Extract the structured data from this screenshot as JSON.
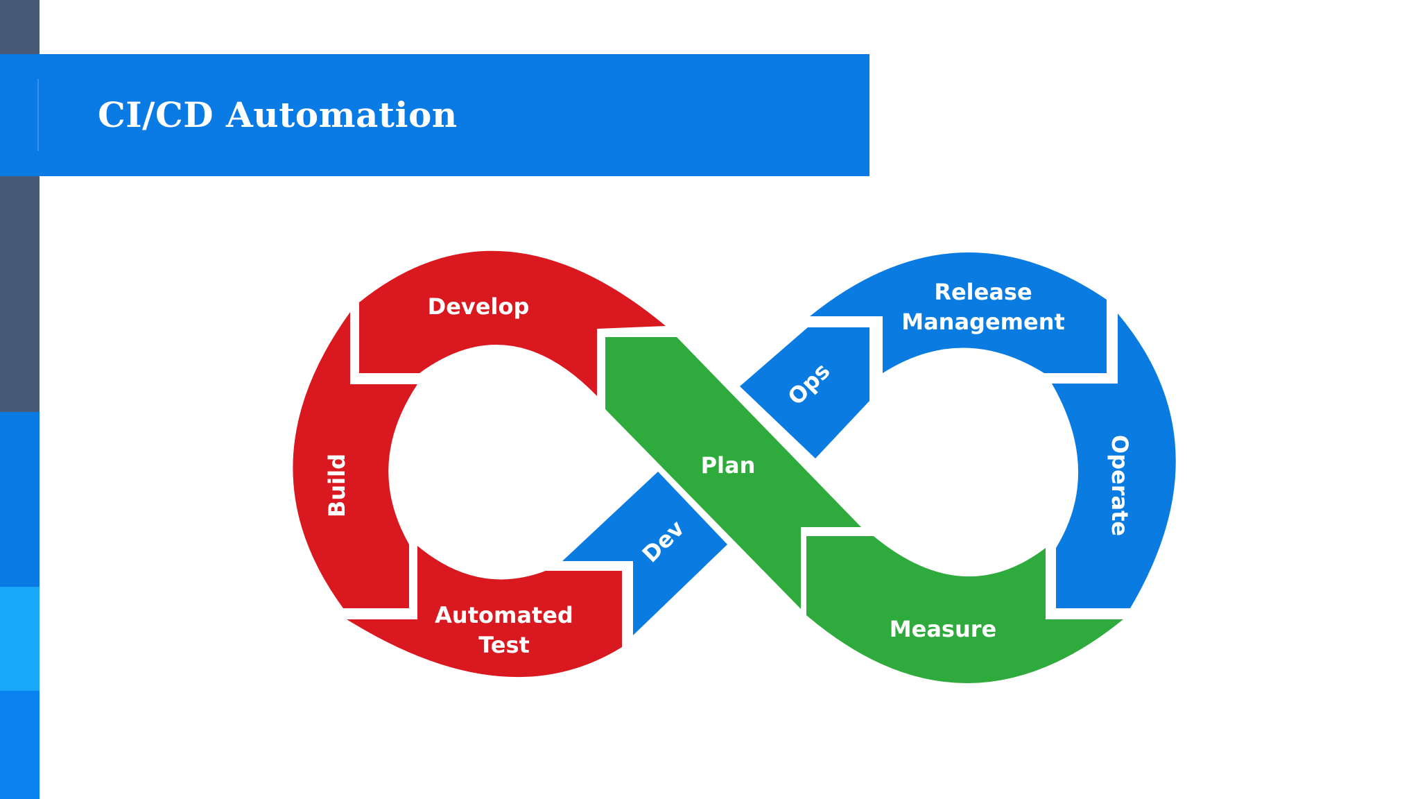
{
  "slide": {
    "title": "CI/CD Automation"
  },
  "colors": {
    "banner": "#0A7AE4",
    "sidebar_top": "#475B76",
    "sidebar_mid": "#0A7AE4",
    "sidebar_light": "#18A8F7",
    "sidebar_bottom": "#0A83F0",
    "dev_red": "#D9191F",
    "ops_blue": "#0A7BE0",
    "plan_green": "#2EAB3C",
    "text": "#FFFFFF"
  },
  "diagram": {
    "segments": {
      "develop": "Develop",
      "build": "Build",
      "automated_test_line1": "Automated",
      "automated_test_line2": "Test",
      "dev": "Dev",
      "plan": "Plan",
      "ops": "Ops",
      "release_line1": "Release",
      "release_line2": "Management",
      "operate": "Operate",
      "measure": "Measure"
    }
  }
}
